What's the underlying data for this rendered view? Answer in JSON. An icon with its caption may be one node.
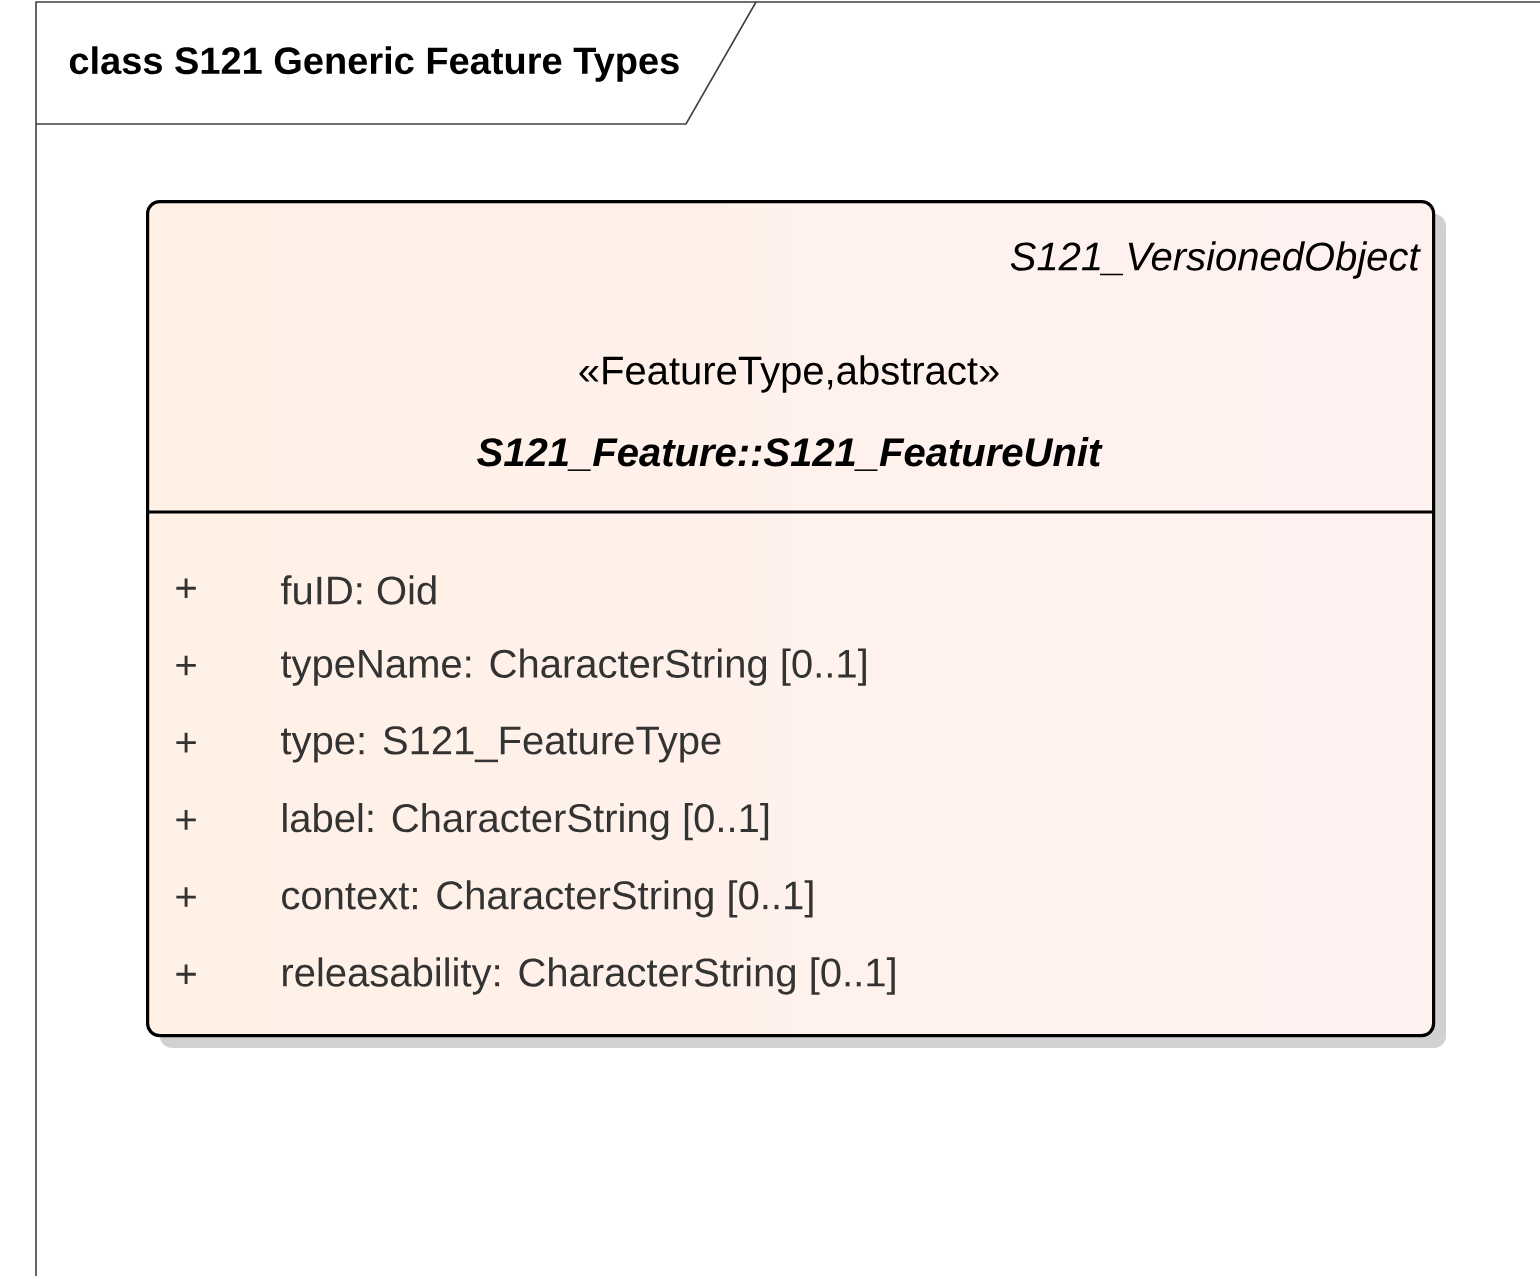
{
  "diagram": {
    "nodes": [
      {
        "text": [
          "class S121 Generic Feature Types"
        ]
      },
      {
        "text": [
          "S121_VersionedObject",
          "«FeatureType,abstract»",
          "S121_Feature::S121_FeatureUnit",
          "+",
          "fuID: Oid",
          "+",
          "typeName: CharacterString [0..1]",
          "+",
          "type: S121_FeatureType",
          "+",
          "label: CharacterString [0..1]",
          "+",
          "context: CharacterString [0..1]",
          "+",
          "releasability: CharacterString [0..1]"
        ],
        "in": 0
      }
    ]
  }
}
